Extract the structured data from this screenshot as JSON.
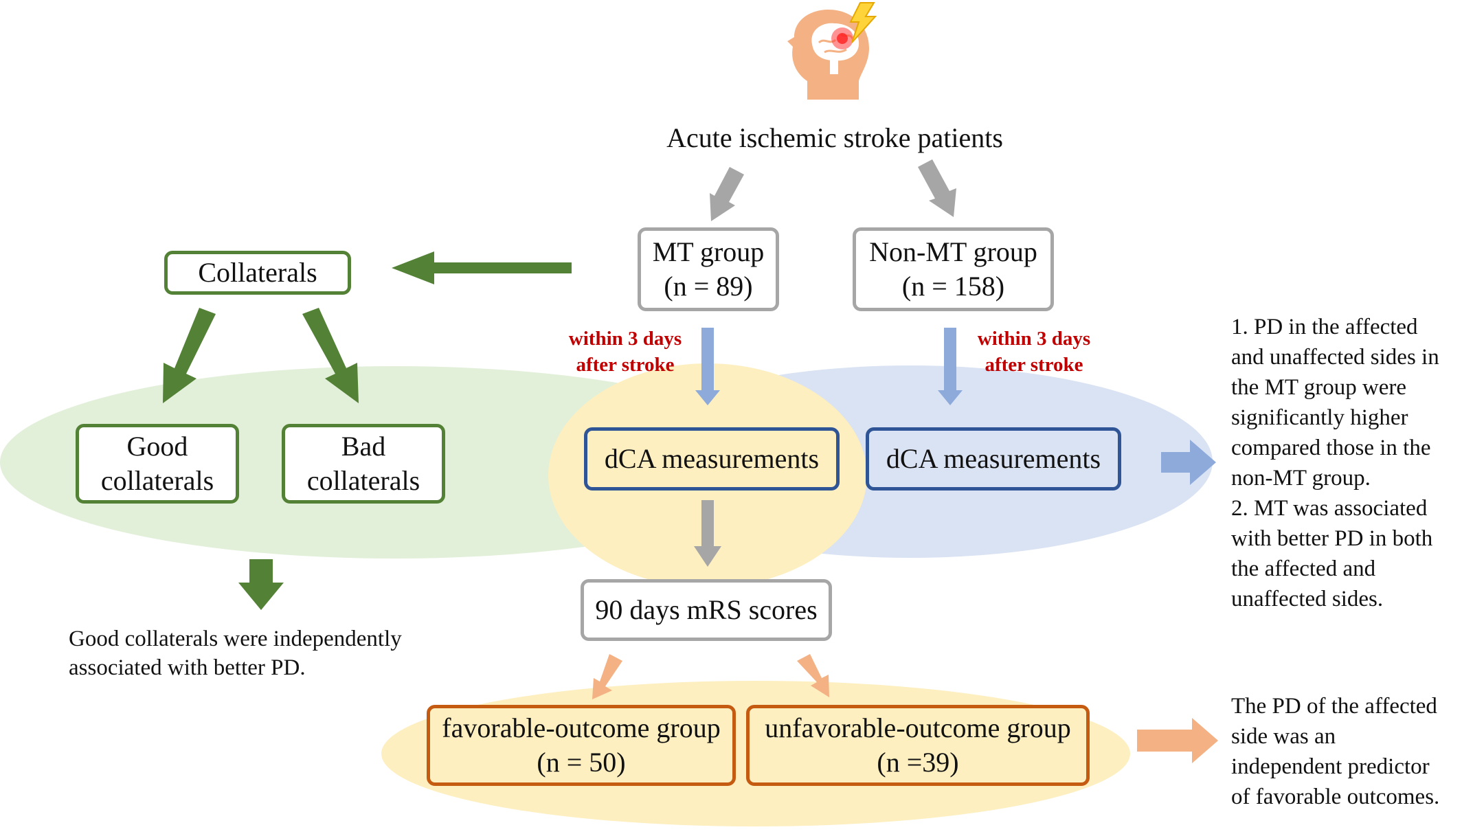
{
  "top": {
    "title": "Acute ischemic stroke patients",
    "icon": "head-lightning-icon"
  },
  "groups": {
    "mt": {
      "line1": "MT group",
      "line2": "(n = 89)"
    },
    "non_mt": {
      "line1": "Non-MT group",
      "line2": "(n = 158)"
    }
  },
  "collaterals": {
    "title": "Collaterals",
    "good": {
      "line1": "Good",
      "line2": "collaterals"
    },
    "bad": {
      "line1": "Bad",
      "line2": "collaterals"
    },
    "finding_line1": "Good collaterals were independently",
    "finding_line2": "associated with better PD."
  },
  "timing": {
    "line1": "within 3 days",
    "line2": "after stroke"
  },
  "dca": {
    "mt": "dCA measurements",
    "non_mt": "dCA measurements"
  },
  "mrs": {
    "label": "90 days mRS scores"
  },
  "outcome": {
    "favorable": {
      "line1": "favorable-outcome group",
      "line2": "(n = 50)"
    },
    "unfavorable": {
      "line1": "unfavorable-outcome group",
      "line2": "(n =39)"
    }
  },
  "findings_right": {
    "lines": [
      "1. PD in the affected",
      "and unaffected sides in",
      "the MT group were",
      "significantly higher",
      "compared those in the",
      "non-MT group.",
      "2. MT was associated",
      "with better PD in both",
      "the affected and",
      "unaffected sides."
    ]
  },
  "findings_bottom": {
    "lines": [
      "The PD of the affected",
      "side was an",
      "independent predictor",
      "of favorable outcomes."
    ]
  },
  "colors": {
    "gray_arrow": "#a6a6a6",
    "green": "#538135",
    "blue_arrow": "#8eaadb",
    "orange_arrow": "#f4b183",
    "green_ellipse": "#e2efd9",
    "blue_ellipse": "#dae3f3",
    "yellow_ellipse": "#fdefc0",
    "red_text": "#c00000"
  }
}
